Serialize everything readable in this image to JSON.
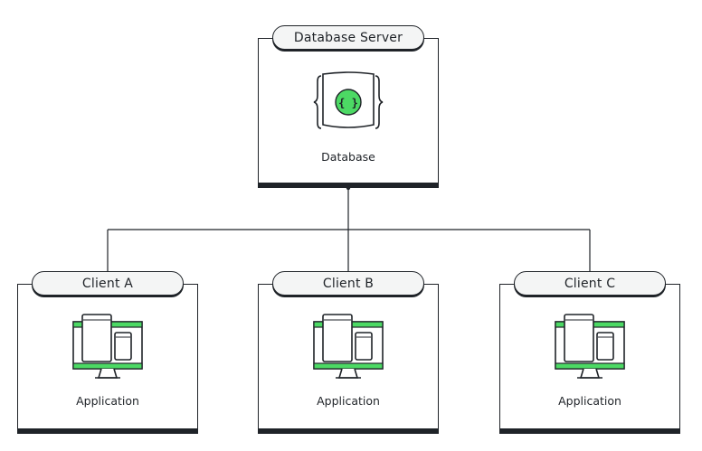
{
  "server": {
    "header": "Database Server",
    "icon": "database-icon",
    "caption": "Database"
  },
  "clients": [
    {
      "header": "Client A",
      "icon": "application-icon",
      "caption": "Application"
    },
    {
      "header": "Client B",
      "icon": "application-icon",
      "caption": "Application"
    },
    {
      "header": "Client C",
      "icon": "application-icon",
      "caption": "Application"
    }
  ],
  "colors": {
    "accent": "#4cd964",
    "stroke": "#1f2328",
    "header_fill": "#f4f5f5"
  }
}
